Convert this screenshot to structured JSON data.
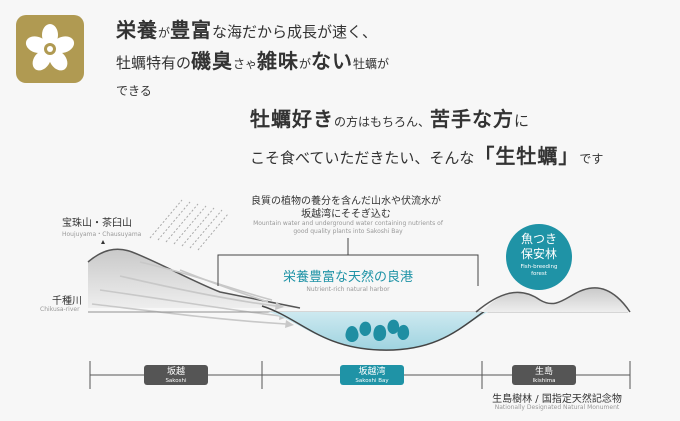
{
  "headline": {
    "row1": {
      "a": "栄養",
      "b": "が",
      "c": "豊富",
      "d": "な海だから成長が速く、"
    },
    "row2": {
      "a": "牡蠣特有の",
      "b": "磯臭",
      "c": "さゃ",
      "d": "雑味",
      "e": "が",
      "f": "ない",
      "g": "牡蠣が"
    },
    "row3": "できる",
    "row4": {
      "a": "牡蠣好き",
      "b": "の方はもちろん、",
      "c": "苦手な方",
      "d": "に"
    },
    "row5": {
      "a": "こそ食べていただきたい、そんな",
      "b": "「生牡蠣」",
      "c": "です"
    }
  },
  "diagram": {
    "mountain": {
      "jp": "宝珠山・茶臼山",
      "en": "Houjuyama・Chausuyama"
    },
    "river": {
      "jp": "千種川",
      "en": "Chikusa-river"
    },
    "water": {
      "jp1": "良質の植物の養分を含んだ山水や伏流水が",
      "jp2": "坂越湾にそそぎ込む",
      "en1": "Mountain water and underground water containing nutrients of",
      "en2": "good quality plants into Sakoshi Bay"
    },
    "harbor": {
      "jp": "栄養豊富な天然の良港",
      "en": "Nutrient-rich natural harbor"
    },
    "forest": {
      "jp1": "魚つき",
      "jp2": "保安林",
      "en1": "Fish-breeding",
      "en2": "forest"
    },
    "labels": [
      {
        "jp": "坂越",
        "en": "Sakoshi"
      },
      {
        "jp": "坂越湾",
        "en": "Sakoshi Bay"
      },
      {
        "jp": "生島",
        "en": "Ikishima"
      }
    ],
    "monument": {
      "jp": "生島樹林 / 国指定天然記念物",
      "en": "Nationally Designated Natural Monument"
    }
  },
  "colors": {
    "gold": "#b09a52",
    "teal": "#1f93a6",
    "dark": "#555555",
    "water": "#bfe3ec"
  }
}
